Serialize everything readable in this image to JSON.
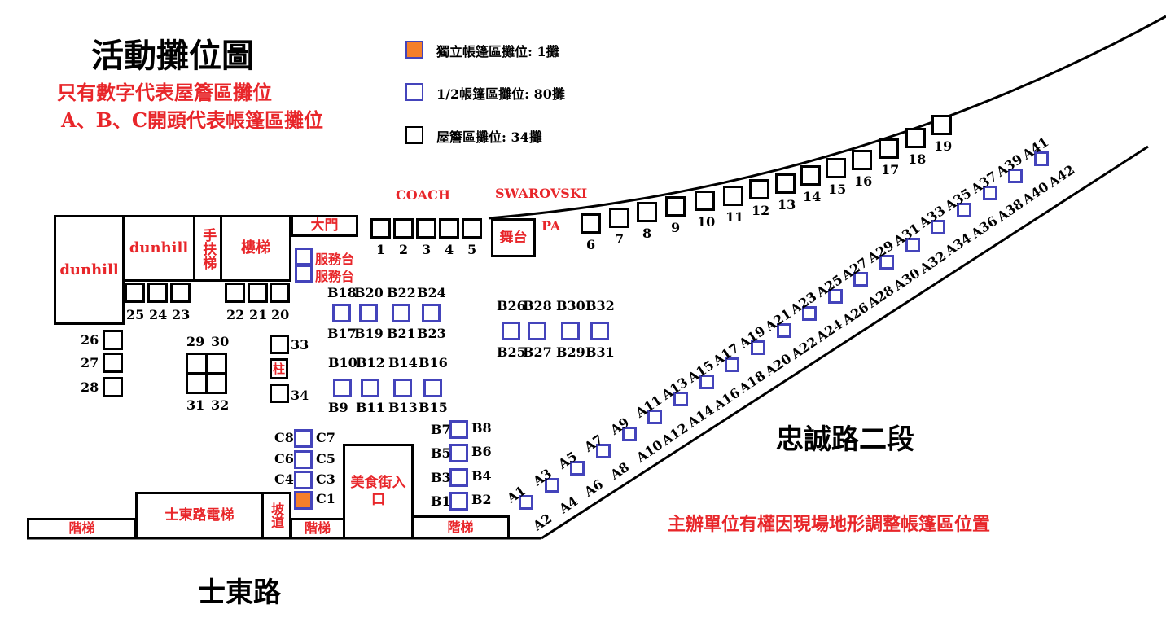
{
  "title": "活動攤位圖",
  "notes": [
    "只有數字代表屋簷區攤位",
    "A、B、C開頭代表帳篷區攤位"
  ],
  "legend": [
    {
      "label": "獨立帳篷區攤位: 1攤",
      "color": "#f57f2a",
      "border": "#4444bb"
    },
    {
      "label": "1/2帳篷區攤位: 80攤",
      "color": "#ffffff",
      "border": "#4444bb"
    },
    {
      "label": "屋簷區攤位: 34攤",
      "color": "#ffffff",
      "border": "#000000"
    }
  ],
  "stores": {
    "coach": "COACH",
    "swarovski": "SWAROVSKI",
    "pa": "PA",
    "dunhill_big": "dunhill",
    "dunhill_small": "dunhill"
  },
  "facilities": {
    "escalator": "手扶梯",
    "stairs_top": "樓梯",
    "main_gate": "大門",
    "service_desk_1": "服務台",
    "service_desk_2": "服務台",
    "stage": "舞台",
    "pillar": "柱",
    "stairs_left": "階梯",
    "elevator": "士東路電梯",
    "ramp": "坡道",
    "stairs_mid": "階梯",
    "food_court": "美食街入口",
    "stairs_right": "階梯"
  },
  "roads": {
    "shidong": "士東路",
    "zhongcheng": "忠誠路二段"
  },
  "disclaimer": "主辦單位有權因現場地形調整帳篷區位置",
  "eave_booths": [
    "1",
    "2",
    "3",
    "4",
    "5",
    "6",
    "7",
    "8",
    "9",
    "10",
    "11",
    "12",
    "13",
    "14",
    "15",
    "16",
    "17",
    "18",
    "19",
    "20",
    "21",
    "22",
    "23",
    "24",
    "25",
    "26",
    "27",
    "28",
    "29",
    "30",
    "31",
    "32",
    "33",
    "34"
  ],
  "b_booths": [
    "B1",
    "B2",
    "B3",
    "B4",
    "B5",
    "B6",
    "B7",
    "B8",
    "B9",
    "B10",
    "B11",
    "B12",
    "B13",
    "B14",
    "B15",
    "B16",
    "B17",
    "B18",
    "B19",
    "B20",
    "B21",
    "B22",
    "B23",
    "B24",
    "B25",
    "B26",
    "B27",
    "B28",
    "B29",
    "B30",
    "B31",
    "B32"
  ],
  "c_booths": [
    "C1",
    "C3",
    "C4",
    "C5",
    "C6",
    "C7",
    "C8"
  ],
  "a_booths": [
    "A1",
    "A2",
    "A3",
    "A4",
    "A5",
    "A6",
    "A7",
    "A8",
    "A9",
    "A10",
    "A11",
    "A12",
    "A13",
    "A14",
    "A15",
    "A16",
    "A17",
    "A18",
    "A19",
    "A20",
    "A21",
    "A22",
    "A23",
    "A24",
    "A25",
    "A26",
    "A27",
    "A28",
    "A29",
    "A30",
    "A31",
    "A32",
    "A33",
    "A34",
    "A35",
    "A36",
    "A37",
    "A38",
    "A39",
    "A40",
    "A41",
    "A42"
  ],
  "colors": {
    "red": "#e8262a",
    "blue": "#4444bb",
    "orange": "#f57f2a"
  }
}
